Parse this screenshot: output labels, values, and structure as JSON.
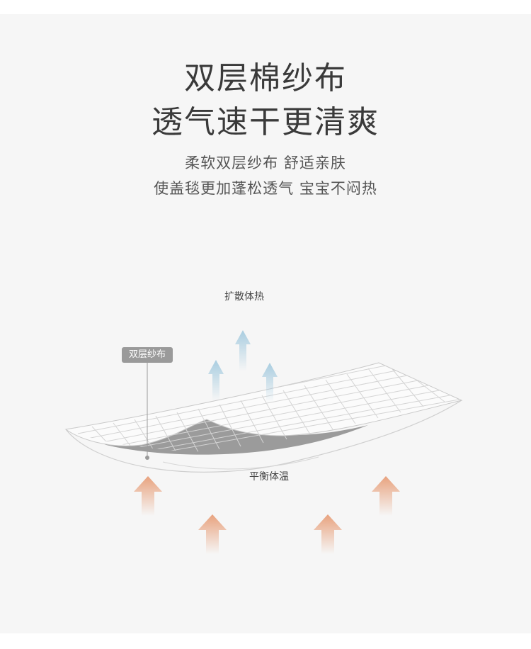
{
  "headline": {
    "line1": "双层棉纱布",
    "line2": "透气速干更清爽"
  },
  "subtitle": {
    "line1": "柔软双层纱布  舒适亲肤",
    "line2": "使盖毯更加蓬松透气  宝宝不闷热"
  },
  "diagram": {
    "top_label": "扩散体热",
    "fabric_tag": "双层纱布",
    "bottom_label": "平衡体温",
    "colors": {
      "cool_arrow": "#a9cde0",
      "warm_arrow": "#e8a27e",
      "fabric_grid": "#d4d4d4",
      "fabric_under": "#9b9b9b"
    }
  }
}
